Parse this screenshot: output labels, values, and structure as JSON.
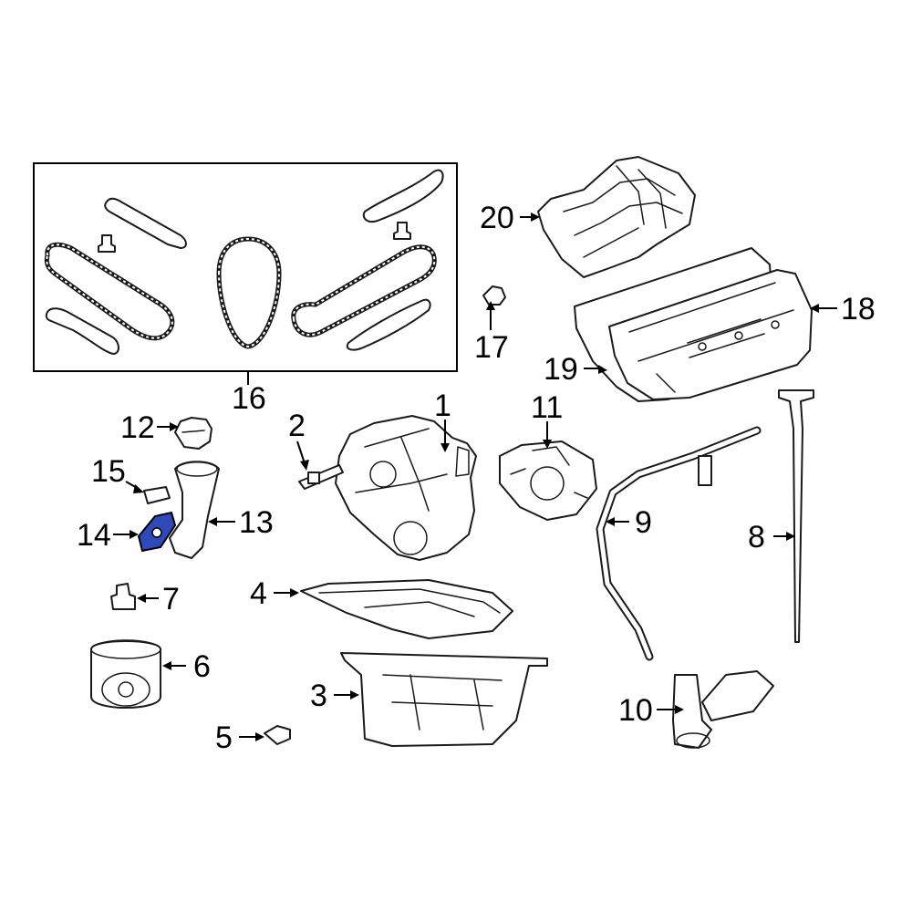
{
  "diagram": {
    "highlight_color": "#2f49b8",
    "callouts": [
      {
        "id": "1",
        "text": "1"
      },
      {
        "id": "2",
        "text": "2"
      },
      {
        "id": "3",
        "text": "3"
      },
      {
        "id": "4",
        "text": "4"
      },
      {
        "id": "5",
        "text": "5"
      },
      {
        "id": "6",
        "text": "6"
      },
      {
        "id": "7",
        "text": "7"
      },
      {
        "id": "8",
        "text": "8"
      },
      {
        "id": "9",
        "text": "9"
      },
      {
        "id": "10",
        "text": "10"
      },
      {
        "id": "11",
        "text": "11"
      },
      {
        "id": "12",
        "text": "12"
      },
      {
        "id": "13",
        "text": "13"
      },
      {
        "id": "14",
        "text": "14"
      },
      {
        "id": "15",
        "text": "15"
      },
      {
        "id": "16",
        "text": "16"
      },
      {
        "id": "17",
        "text": "17"
      },
      {
        "id": "18",
        "text": "18"
      },
      {
        "id": "19",
        "text": "19"
      },
      {
        "id": "20",
        "text": "20"
      }
    ]
  }
}
